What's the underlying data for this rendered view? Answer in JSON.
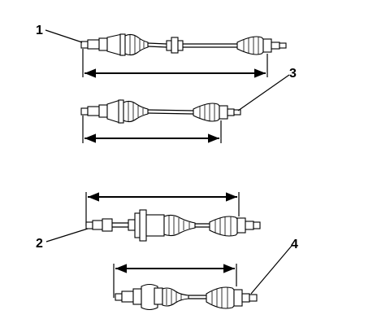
{
  "callouts": {
    "c1": "1",
    "c2": "2",
    "c3": "3",
    "c4": "4"
  },
  "colors": {
    "ink": "#000000",
    "background": "#ffffff"
  }
}
